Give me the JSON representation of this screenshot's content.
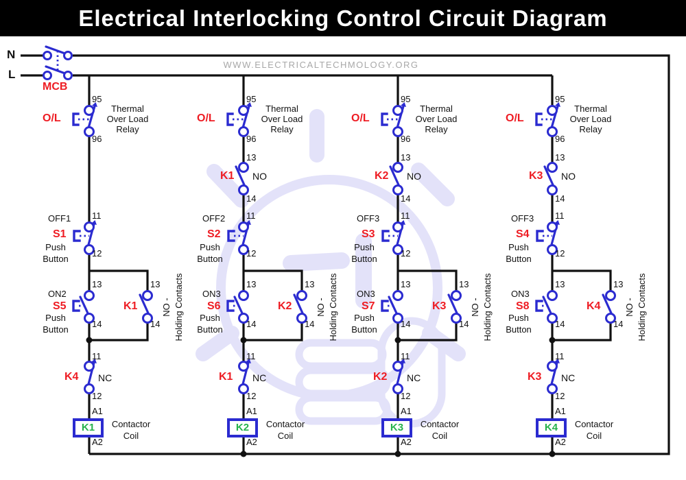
{
  "title": "Electrical Interlocking Control Circuit Diagram",
  "watermark": "WWW.ELECTRICALTECHMOLOGY.ORG",
  "supply": {
    "neutral": "N",
    "line": "L",
    "breaker": "MCB"
  },
  "colors": {
    "symbol_blue": "#2b2bd0",
    "label_red": "#ee1c23",
    "coil_green": "#26b24b",
    "wire_black": "#111111",
    "watermark_lavender": "#e3e2f9"
  },
  "branches": [
    {
      "overload": {
        "label": "O/L",
        "name": "Thermal Over Load Relay",
        "terminal_top": "95",
        "terminal_bottom": "96"
      },
      "aux_contact": null,
      "off_button": {
        "function": "OFF1",
        "id": "S1",
        "caption": "Push Button",
        "terminal_top": "11",
        "terminal_bottom": "12"
      },
      "on_button": {
        "function": "ON2",
        "id": "S5",
        "caption": "Push Button",
        "terminal_top": "13",
        "terminal_bottom": "14"
      },
      "holding_contact": {
        "id": "K1",
        "note": "NO -\nHolding Contacts",
        "terminal_top": "13",
        "terminal_bottom": "14"
      },
      "interlock_contact": {
        "id": "K4",
        "type": "NC",
        "terminal_top": "11",
        "terminal_bottom": "12"
      },
      "coil": {
        "id": "K1",
        "caption": "Contactor Coil",
        "terminal_top": "A1",
        "terminal_bottom": "A2"
      }
    },
    {
      "overload": {
        "label": "O/L",
        "name": "Thermal Over Load Relay",
        "terminal_top": "95",
        "terminal_bottom": "96"
      },
      "aux_contact": {
        "id": "K1",
        "type": "NO",
        "terminal_top": "13",
        "terminal_bottom": "14"
      },
      "off_button": {
        "function": "OFF2",
        "id": "S2",
        "caption": "Push Button",
        "terminal_top": "11",
        "terminal_bottom": "12"
      },
      "on_button": {
        "function": "ON3",
        "id": "S6",
        "caption": "Push Button",
        "terminal_top": "13",
        "terminal_bottom": "14"
      },
      "holding_contact": {
        "id": "K2",
        "note": "NO -\nHolding Contacts",
        "terminal_top": "13",
        "terminal_bottom": "14"
      },
      "interlock_contact": {
        "id": "K1",
        "type": "NC",
        "terminal_top": "11",
        "terminal_bottom": "12"
      },
      "coil": {
        "id": "K2",
        "caption": "Contactor Coil",
        "terminal_top": "A1",
        "terminal_bottom": "A2"
      }
    },
    {
      "overload": {
        "label": "O/L",
        "name": "Thermal Over Load Relay",
        "terminal_top": "95",
        "terminal_bottom": "96"
      },
      "aux_contact": {
        "id": "K2",
        "type": "NO",
        "terminal_top": "13",
        "terminal_bottom": "14"
      },
      "off_button": {
        "function": "OFF3",
        "id": "S3",
        "caption": "Push Button",
        "terminal_top": "11",
        "terminal_bottom": "12"
      },
      "on_button": {
        "function": "ON3",
        "id": "S7",
        "caption": "Push Button",
        "terminal_top": "13",
        "terminal_bottom": "14"
      },
      "holding_contact": {
        "id": "K3",
        "note": "NO -\nHolding Contacts",
        "terminal_top": "13",
        "terminal_bottom": "14"
      },
      "interlock_contact": {
        "id": "K2",
        "type": "NC",
        "terminal_top": "11",
        "terminal_bottom": "12"
      },
      "coil": {
        "id": "K3",
        "caption": "Contactor Coil",
        "terminal_top": "A1",
        "terminal_bottom": "A2"
      }
    },
    {
      "overload": {
        "label": "O/L",
        "name": "Thermal Over Load Relay",
        "terminal_top": "95",
        "terminal_bottom": "96"
      },
      "aux_contact": {
        "id": "K3",
        "type": "NO",
        "terminal_top": "13",
        "terminal_bottom": "14"
      },
      "off_button": {
        "function": "OFF3",
        "id": "S4",
        "caption": "Push Button",
        "terminal_top": "11",
        "terminal_bottom": "12"
      },
      "on_button": {
        "function": "ON3",
        "id": "S8",
        "caption": "Push Button",
        "terminal_top": "13",
        "terminal_bottom": "14"
      },
      "holding_contact": {
        "id": "K4",
        "note": "NO -\nHolding Contacts",
        "terminal_top": "13",
        "terminal_bottom": "14"
      },
      "interlock_contact": {
        "id": "K3",
        "type": "NC",
        "terminal_top": "11",
        "terminal_bottom": "12"
      },
      "coil": {
        "id": "K4",
        "caption": "Contactor Coil",
        "terminal_top": "A1",
        "terminal_bottom": "A2"
      }
    }
  ]
}
